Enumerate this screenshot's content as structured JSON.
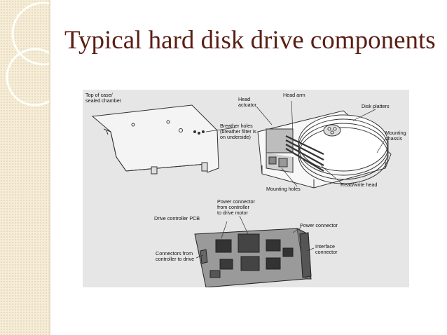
{
  "slide": {
    "title": "Typical hard disk drive components"
  },
  "figure": {
    "labels": {
      "top_of_case": "Top of case/\nsealed chamber",
      "head_actuator": "Head\nactuator",
      "head_arm": "Head arm",
      "disk_platters": "Disk platters",
      "breather_holes": "Breather holes\n(breather filter is\non underside)",
      "mounting_chassis": "Mounting\nchassis",
      "mounting_holes": "Mounting holes",
      "read_write_head": "Read/write head",
      "drive_controller_pcb": "Drive controller PCB",
      "power_connector_motor": "Power connector\nfrom controller\nto drive motor",
      "power_connector": "Power connector",
      "connectors_from_controller": "Connectors from\ncontroller to drive",
      "interface_connector": "Interface\nconnector"
    }
  }
}
